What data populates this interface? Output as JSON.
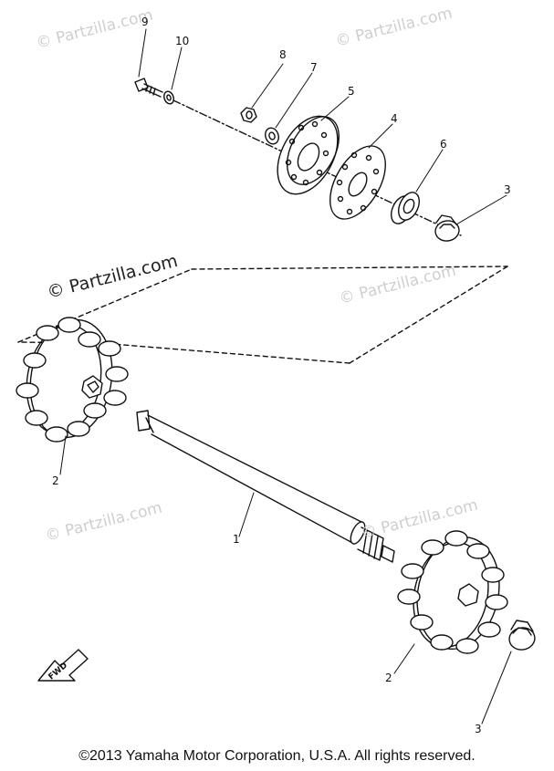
{
  "watermark": "© Partzilla.com",
  "copyright": "©2013 Yamaha Motor Corporation, U.S.A. All rights reserved.",
  "fwd_label": "FWD",
  "callouts": {
    "c1": "1",
    "c2a": "2",
    "c2b": "2",
    "c3a": "3",
    "c3b": "3",
    "c4": "4",
    "c5": "5",
    "c6": "6",
    "c7": "7",
    "c8": "8",
    "c9": "9",
    "c10": "10"
  }
}
